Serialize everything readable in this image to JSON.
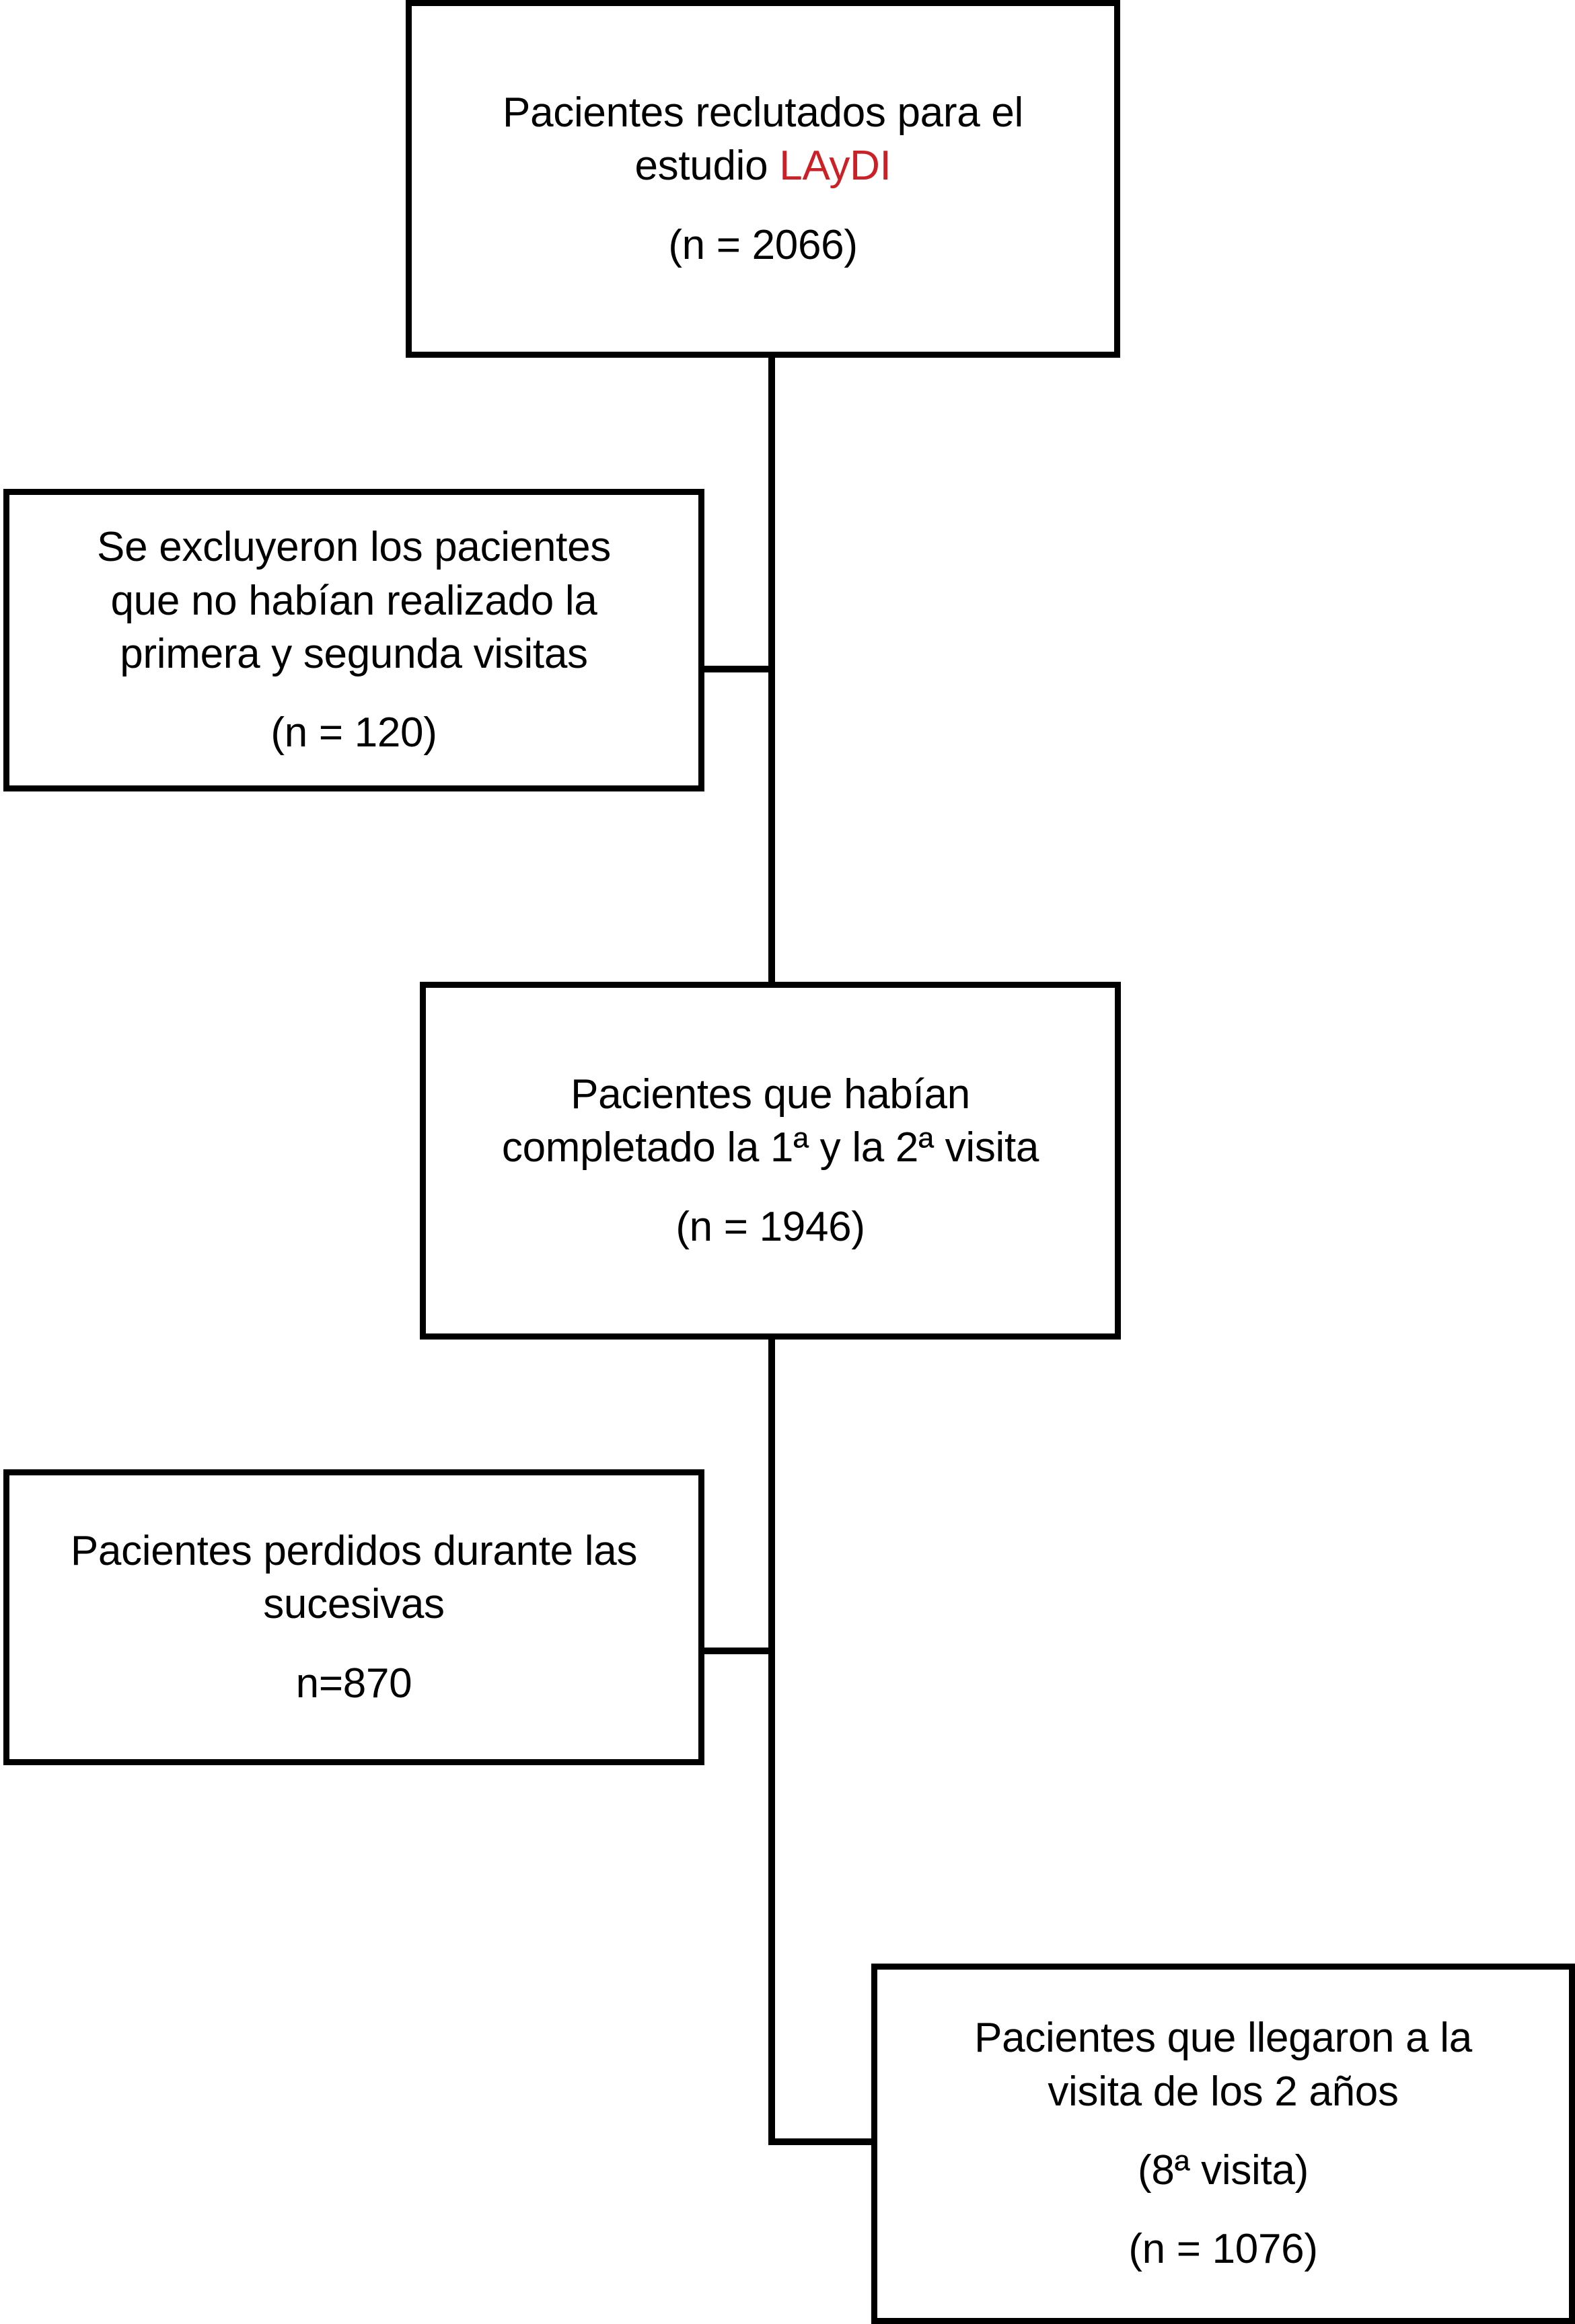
{
  "diagram": {
    "type": "flowchart",
    "orientation": "vertical",
    "accent_color": "#cc2026",
    "line_color": "#000000",
    "background_color": "#ffffff",
    "nodes": [
      {
        "id": "recruited",
        "name": "patients-recruited",
        "line1": "Pacientes reclutados para el",
        "line2_pre": "estudio ",
        "line2_accent": "LAyDI",
        "count_label": "(n = 2066)",
        "n": 2066
      },
      {
        "id": "excluded",
        "name": "patients-excluded",
        "line1": "Se excluyeron los pacientes",
        "line2": "que no habían realizado la",
        "line3": "primera y segunda visitas",
        "count_label": "(n = 120)",
        "n": 120
      },
      {
        "id": "completed",
        "name": "patients-completed-visits",
        "line1": "Pacientes que habían",
        "line2": "completado la 1ª y la 2ª visita",
        "count_label": "(n = 1946)",
        "n": 1946
      },
      {
        "id": "lost",
        "name": "patients-lost-followup",
        "line1": "Pacientes perdidos durante las",
        "line2": "sucesivas",
        "count_label": "n=870",
        "n": 870
      },
      {
        "id": "reached",
        "name": "patients-reached-two-years",
        "line1": "Pacientes que llegaron a la",
        "line2": "visita de los 2 años",
        "visit_label": "(8ª visita)",
        "count_label": "(n = 1076)",
        "n": 1076
      }
    ],
    "edges": [
      {
        "name": "recruited-to-completed",
        "from": "recruited",
        "to": "completed"
      },
      {
        "name": "excluded-branch",
        "from": "recruited",
        "to": "excluded"
      },
      {
        "name": "completed-to-reached",
        "from": "completed",
        "to": "reached"
      },
      {
        "name": "lost-branch",
        "from": "completed",
        "to": "lost"
      }
    ]
  }
}
